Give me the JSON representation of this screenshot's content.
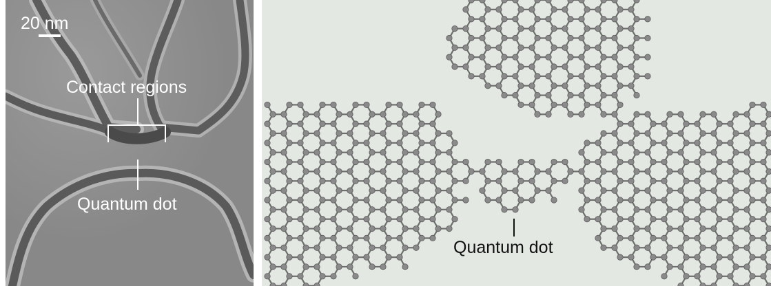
{
  "sem_panel": {
    "scale_bar_label": "20 nm",
    "contact_label": "Contact regions",
    "dot_label": "Quantum dot",
    "colors": {
      "background": "#8d8d8d",
      "trench": "#5e5e5e",
      "edge": "#bdbdbd",
      "text": "#ffffff"
    }
  },
  "lattice_panel": {
    "dot_label": "Quantum dot",
    "colors": {
      "background": "#e3e8e3",
      "bond": "#6e6e6e",
      "atom": "#8a8a8a",
      "text": "#111111"
    }
  }
}
